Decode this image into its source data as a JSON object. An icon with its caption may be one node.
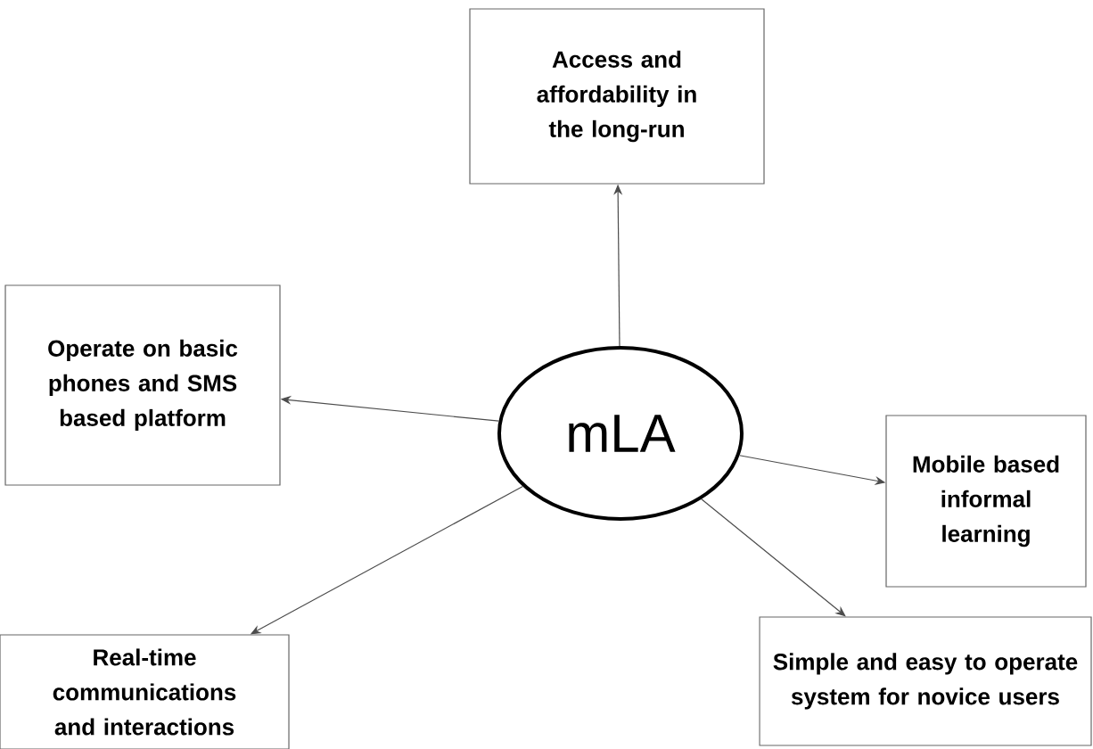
{
  "diagram": {
    "nodes": [
      {
        "text": [
          "mLA"
        ]
      },
      {
        "text": [
          "Access and affordability in the long-run"
        ]
      },
      {
        "text": [
          "Operate on basic phones and SMS based platform"
        ]
      },
      {
        "text": [
          "Mobile based informal learning"
        ]
      },
      {
        "text": [
          "Real-time communications and interactions"
        ]
      },
      {
        "text": [
          "Simple and easy to operate system for novice users"
        ]
      }
    ],
    "edges": [
      {
        "from": 0,
        "to": 1,
        "arrow": "to"
      },
      {
        "from": 0,
        "to": 2,
        "arrow": "to"
      },
      {
        "from": 0,
        "to": 3,
        "arrow": "to"
      },
      {
        "from": 0,
        "to": 4,
        "arrow": "to"
      },
      {
        "from": 0,
        "to": 5,
        "arrow": "to"
      }
    ]
  }
}
